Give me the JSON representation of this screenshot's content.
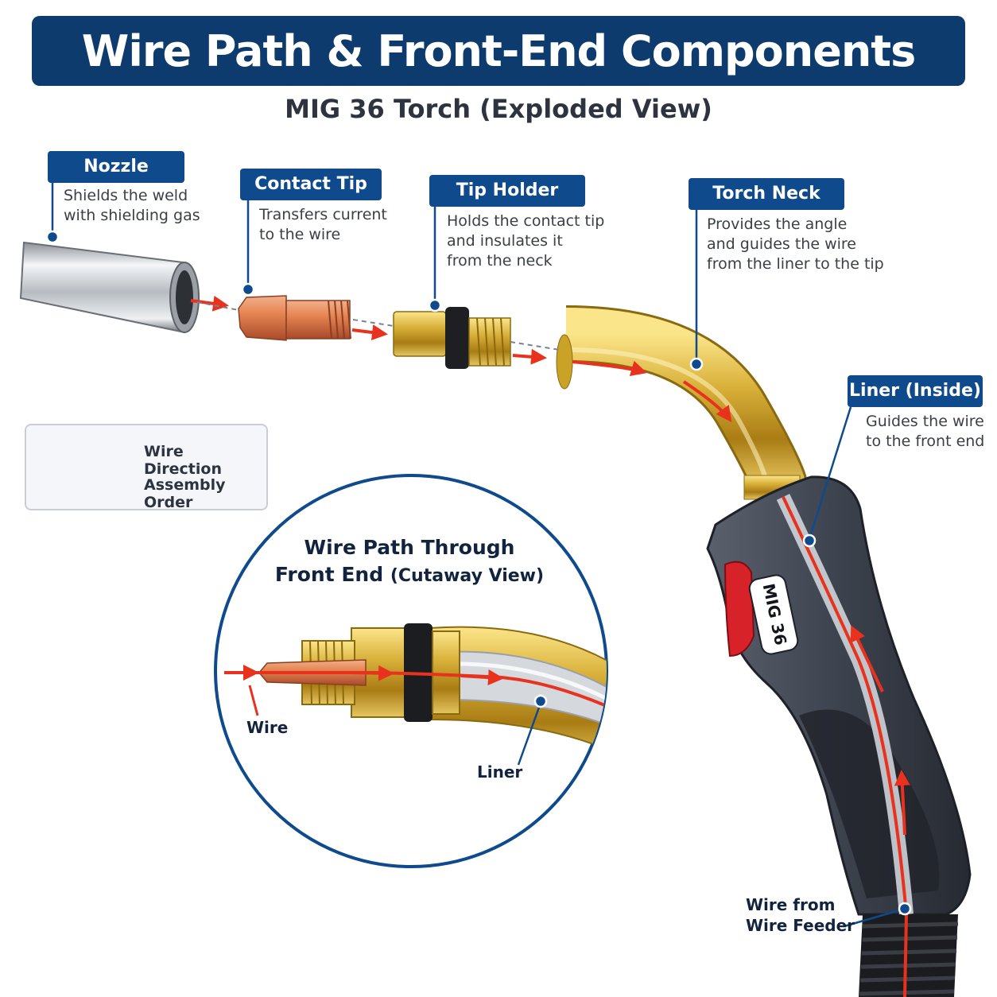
{
  "header": {
    "title": "Wire Path & Front-End Components",
    "subtitle": "MIG 36 Torch (Exploded View)"
  },
  "components": [
    {
      "name": "Nozzle",
      "description": "Shields the weld\nwith shielding gas"
    },
    {
      "name": "Contact Tip",
      "description": "Transfers current\nto the wire"
    },
    {
      "name": "Tip Holder",
      "description": "Holds the contact tip\nand insulates it\nfrom the neck"
    },
    {
      "name": "Torch Neck",
      "description": "Provides the angle\nand guides the wire\nfrom the liner to the tip"
    },
    {
      "name": "Liner (Inside)",
      "description": "Guides the wire\nto the front end"
    }
  ],
  "legend": {
    "wire_direction": "Wire Direction",
    "assembly_order": "Assembly Order"
  },
  "cutaway": {
    "title_line1": "Wire Path Through",
    "title_line2": "Front End",
    "title_line2_suffix": "(Cutaway View)",
    "wire_label": "Wire",
    "liner_label": "Liner"
  },
  "handle": {
    "brand_label": "MIG 36"
  },
  "feeder": {
    "label_line1": "Wire from",
    "label_line2": "Wire Feeder"
  },
  "colors": {
    "banner": "#0e3b6e",
    "label": "#0e4a8c",
    "wire_arrow": "#e8321e",
    "brass": "#c9a227",
    "copper": "#d9774a",
    "handle": "#3a3f4b"
  }
}
